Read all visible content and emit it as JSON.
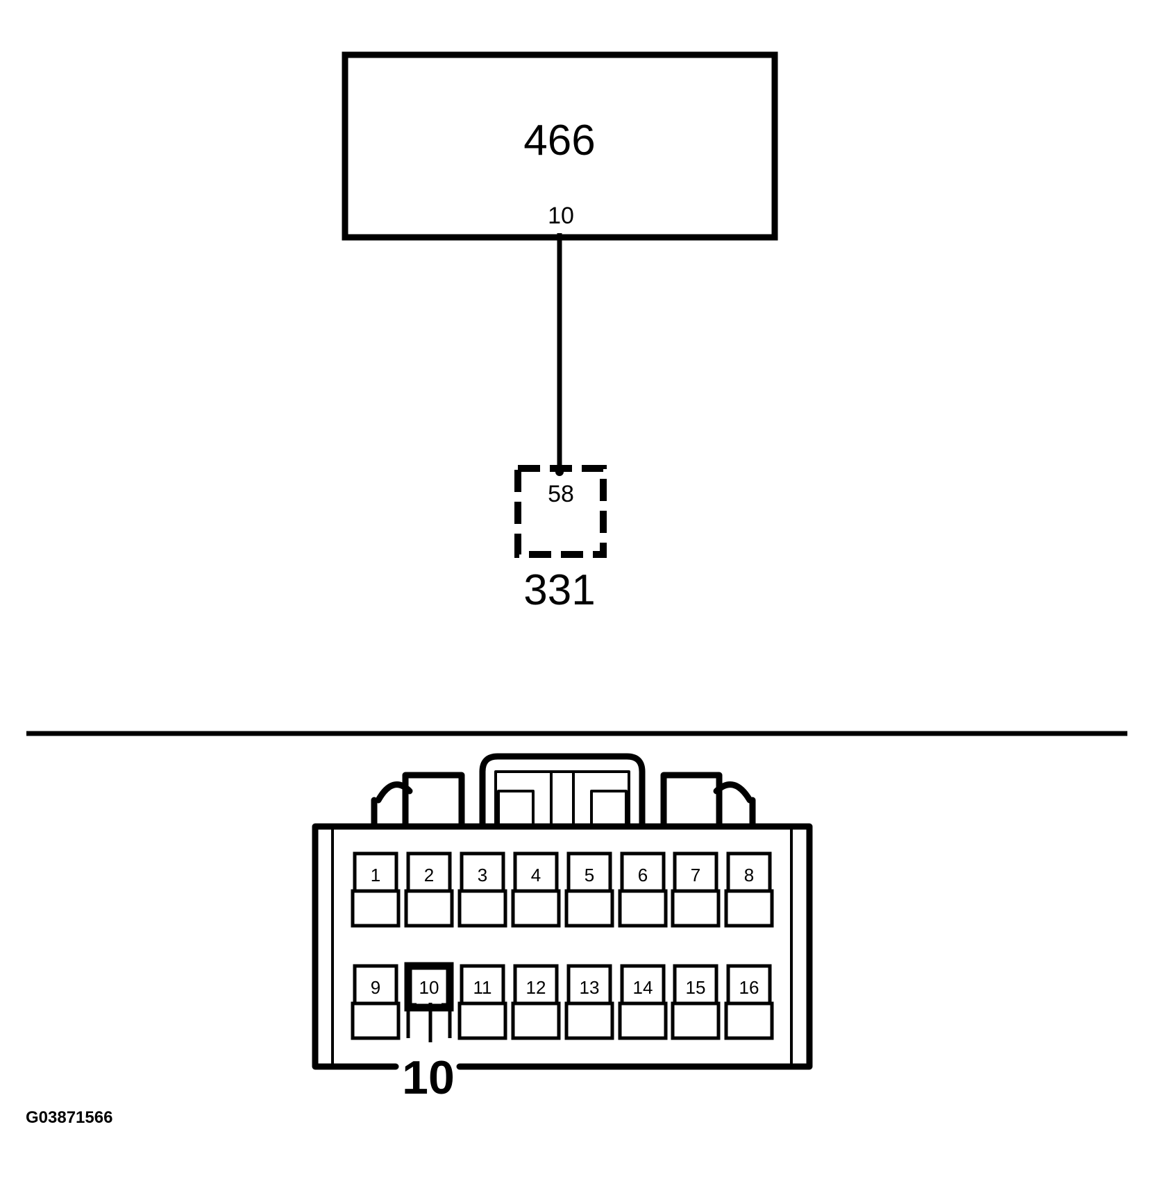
{
  "component_box": {
    "label": "466",
    "pin_label": "10"
  },
  "connector_ref": {
    "pin_label": "58",
    "label": "331"
  },
  "connector_face": {
    "row1_pins": [
      "1",
      "2",
      "3",
      "4",
      "5",
      "6",
      "7",
      "8"
    ],
    "row2_pins": [
      "9",
      "10",
      "11",
      "12",
      "13",
      "14",
      "15",
      "16"
    ],
    "highlighted_pin": "10",
    "callout_label": "10"
  },
  "figure_id": "G03871566",
  "colors": {
    "line": "#000000",
    "background": "#ffffff"
  }
}
